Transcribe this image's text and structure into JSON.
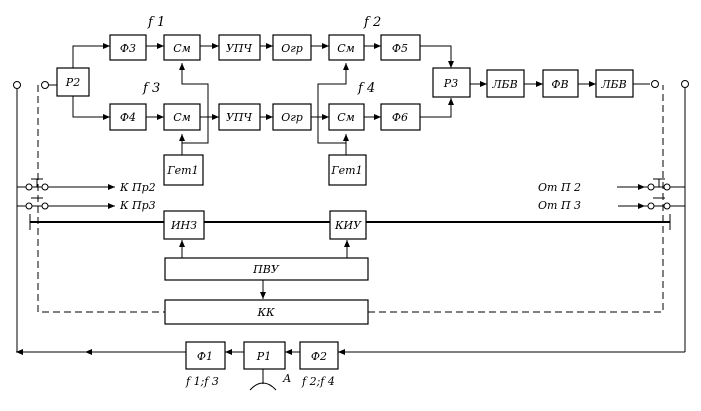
{
  "blocks": {
    "f3": "Ф3",
    "sm1": "См",
    "upch1": "УПЧ",
    "ogr1": "Огр",
    "sm2": "См",
    "f5": "Ф5",
    "r2": "Р2",
    "r3": "Р3",
    "lbv1": "ЛБВ",
    "fv": "ФВ",
    "lbv2": "ЛБВ",
    "f4": "Ф4",
    "sm3": "См",
    "upch2": "УПЧ",
    "ogr2": "Огр",
    "sm4": "См",
    "f6": "Ф6",
    "get1": "Гет1",
    "get2": "Гет1",
    "inz": "ИНЗ",
    "kiu": "КИУ",
    "pvu": "ПВУ",
    "kk": "КК",
    "f1": "Ф1",
    "r1": "Р1",
    "f2": "Ф2"
  },
  "freq_labels": {
    "f1_top": "f 1",
    "f3_mid": "f 3",
    "f2_top": "f 2",
    "f4_mid": "f 4",
    "f1f3_bottom": "f 1;f 3",
    "f2f4_bottom": "f 2;f 4"
  },
  "side_labels": {
    "k_pr2": "К Пр2",
    "k_pr3": "К Пр3",
    "ot_p2": "От П 2",
    "ot_p3": "От П 3"
  },
  "antenna_label": "А"
}
